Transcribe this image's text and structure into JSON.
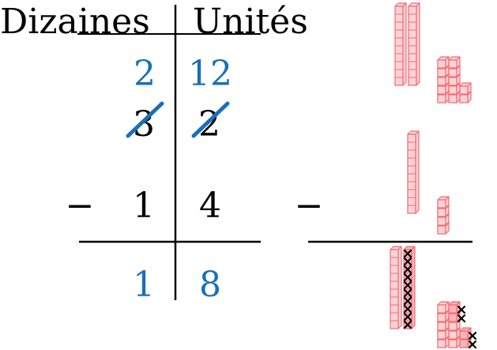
{
  "headers": {
    "tens": "Dizaines",
    "units": "Unités"
  },
  "borrow": {
    "tens": "2",
    "units": "12"
  },
  "minuend": {
    "tens": "3",
    "units": "2"
  },
  "operator": "−",
  "subtrahend": {
    "tens": "1",
    "units": "4"
  },
  "result": {
    "tens": "1",
    "units": "8"
  },
  "colors": {
    "ink": "#000000",
    "correction_blue": "#1a6fba",
    "block_fill": "#ffd3d6",
    "block_stroke": "#f06a72",
    "crossed_fill": "#f7b5ba"
  },
  "blocks": {
    "minuend": {
      "rods": 2,
      "units": 12
    },
    "subtrahend": {
      "rods": 1,
      "units": 4
    },
    "result": {
      "rods": 1,
      "units": 8
    },
    "crossed_out": {
      "rods": 1,
      "units": 4
    }
  }
}
